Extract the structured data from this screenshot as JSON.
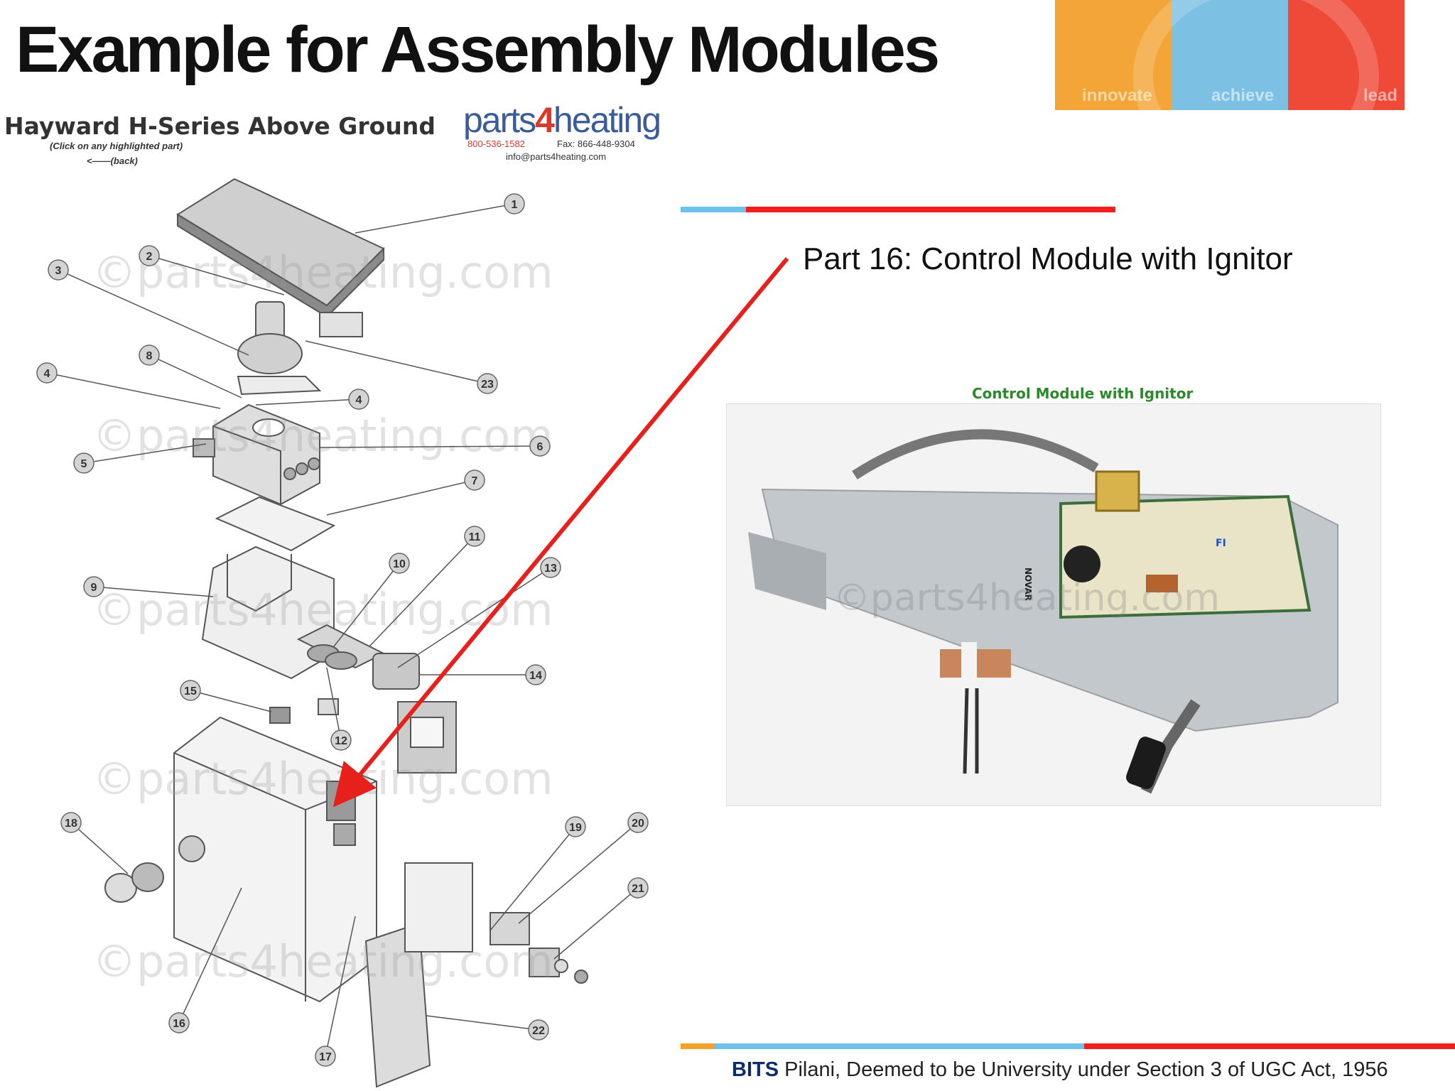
{
  "slide": {
    "title": "Example for Assembly Modules",
    "part_caption": "Part 16: Control Module with Ignitor",
    "footer_bold": "BITS",
    "footer_rest": " Pilani, Deemed to be University under Section 3 of UGC Act, 1956"
  },
  "logo": {
    "words": [
      "innovate",
      "achieve",
      "lead"
    ],
    "colors": [
      "#f3a637",
      "#7cc0e4",
      "#ef4a37"
    ]
  },
  "diagram": {
    "title": "Hayward H-Series Above Ground",
    "subtitle": "(Click on any highlighted part)",
    "back": "<——(back)",
    "brand_prefix": "parts",
    "brand_4": "4",
    "brand_suffix": "heating",
    "brand_phone": "800-536-1582",
    "brand_fax": "Fax: 866-448-9304",
    "brand_email": "info@parts4heating.com",
    "watermark": "©parts4heating.com",
    "callouts": [
      "1",
      "2",
      "3",
      "23",
      "8",
      "4",
      "4",
      "5",
      "6",
      "7",
      "11",
      "10",
      "13",
      "9",
      "14",
      "15",
      "12",
      "18",
      "19",
      "20",
      "21",
      "16",
      "17",
      "22"
    ]
  },
  "photo": {
    "title": "Control Module with Ignitor",
    "watermark": "©parts4heating.com",
    "board_labels": [
      "FI",
      "NOVAR"
    ]
  },
  "accent": {
    "red": "#e8201c",
    "blue": "#6ec1ea",
    "orange": "#f3a12b"
  }
}
